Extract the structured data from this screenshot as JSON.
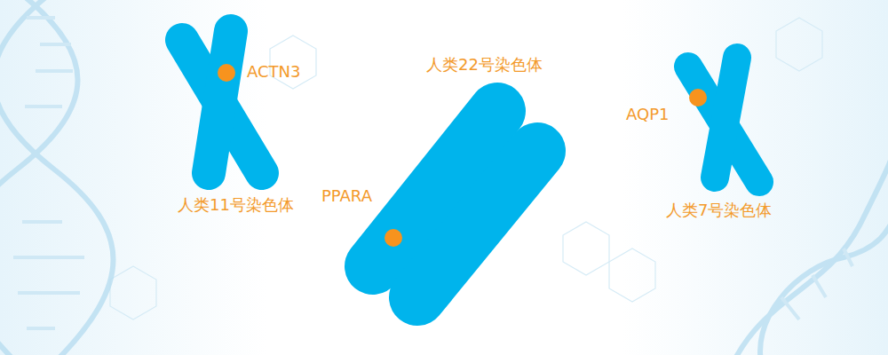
{
  "diagram": {
    "labels": [
      "ACTN3",
      "人类11号染色体",
      "人类22号染色体",
      "PPARA",
      "AQP1",
      "人类7号染色体"
    ]
  }
}
